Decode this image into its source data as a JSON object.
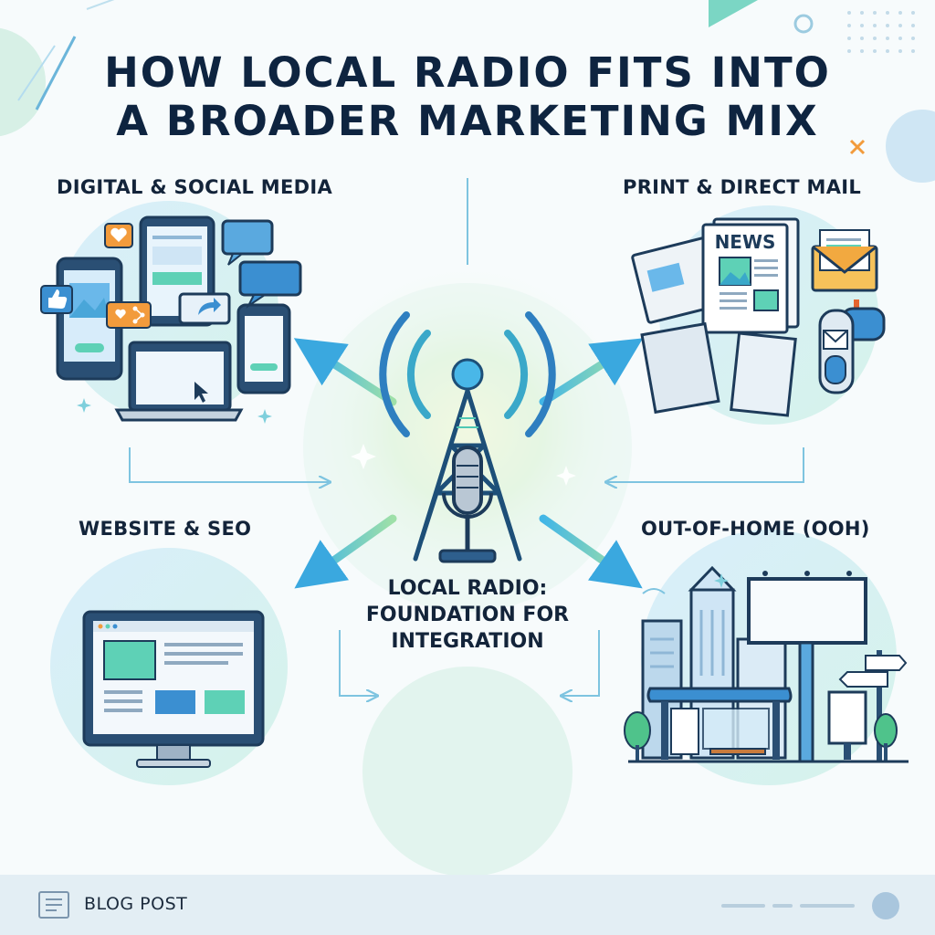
{
  "title": {
    "line1": "HOW LOCAL RADIO FITS INTO",
    "line2": "A BROADER MARKETING MIX"
  },
  "categories": {
    "digital_social": "DIGITAL & SOCIAL MEDIA",
    "print_mail": "PRINT & DIRECT MAIL",
    "website_seo": "WEBSITE & SEO",
    "ooh": "OUT-OF-HOME (OOH)"
  },
  "center": {
    "line1": "LOCAL RADIO:",
    "line2": "FOUNDATION FOR",
    "line3": "INTEGRATION"
  },
  "newspaper_headline": "NEWS",
  "footer": {
    "label": "BLOG POST",
    "icon": "document-icon"
  },
  "colors": {
    "title": "#0e2440",
    "accent_teal": "#3ec9b5",
    "accent_blue": "#3b8fd1",
    "navy": "#1d3b5a",
    "orange": "#f29b3c"
  },
  "icons": [
    "radio-tower-icon",
    "microphone-icon",
    "smartphone-icon",
    "laptop-icon",
    "chat-bubble-icon",
    "like-icon",
    "heart-icon",
    "share-icon",
    "newspaper-icon",
    "envelope-icon",
    "mailbox-icon",
    "monitor-icon",
    "billboard-icon",
    "bus-shelter-icon",
    "skyscraper-icon",
    "tree-icon",
    "signpost-icon"
  ]
}
